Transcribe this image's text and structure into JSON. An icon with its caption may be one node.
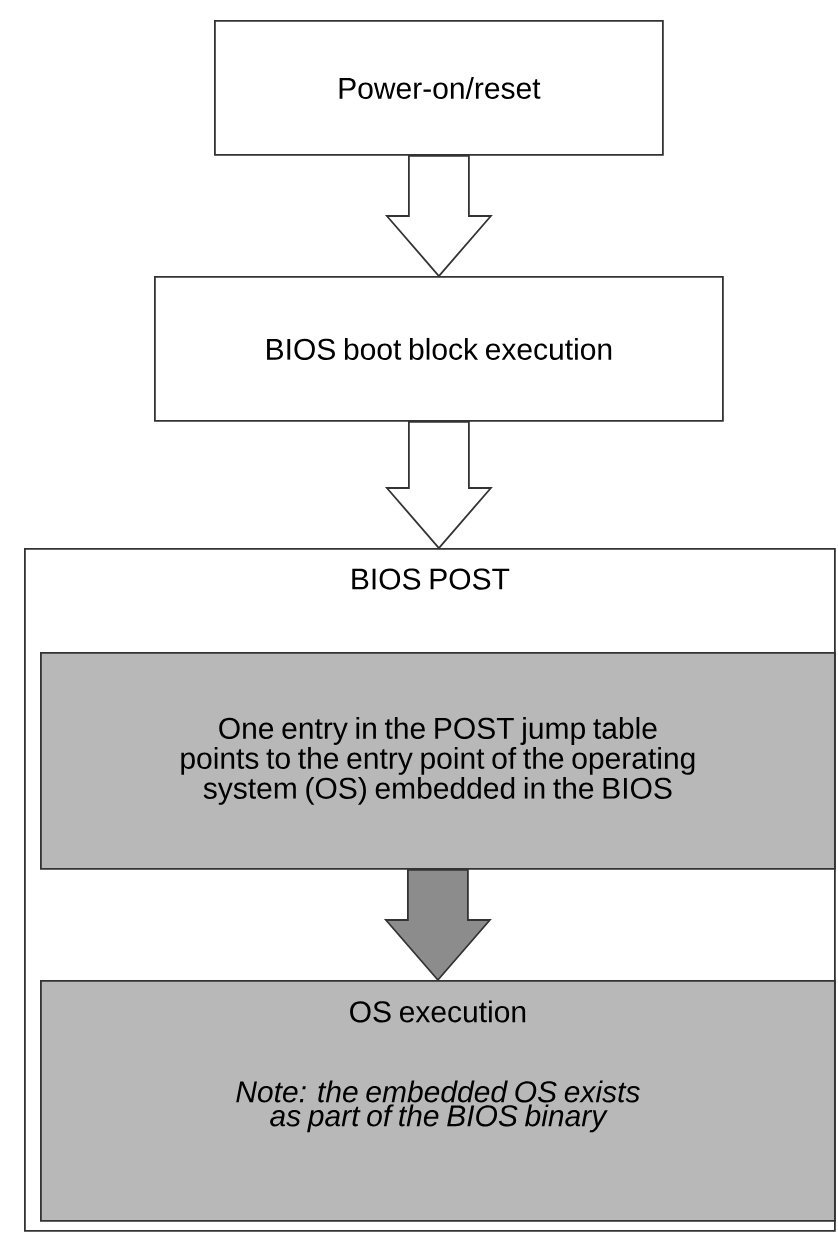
{
  "diagram": {
    "nodes": [
      {
        "text": [
          "Power-on/reset"
        ]
      },
      {
        "text": [
          "BIOS boot block execution"
        ]
      },
      {
        "text": [
          "BIOS POST"
        ]
      },
      {
        "text": [
          "One entry in the POST jump table points to the entry point of the operating system (OS) embedded in the BIOS"
        ],
        "in": 2
      },
      {
        "text": [
          "OS execution",
          "Note: the embedded OS exists as part of the BIOS binary"
        ],
        "in": 2
      }
    ],
    "edges": [
      {
        "from": 0,
        "to": 1,
        "arrow": "to"
      },
      {
        "from": 1,
        "to": 2,
        "arrow": "to"
      },
      {
        "from": 3,
        "to": 4,
        "arrow": "to",
        "color": "#8c8c8c"
      }
    ]
  }
}
